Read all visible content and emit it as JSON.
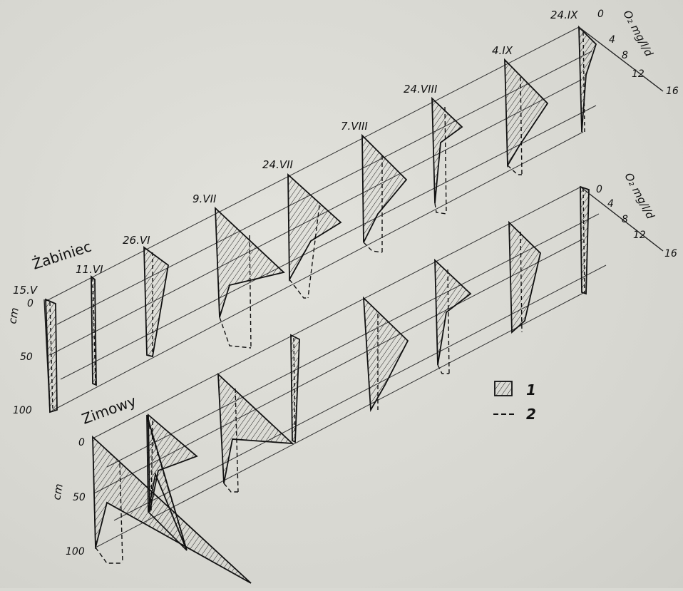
{
  "diagram": {
    "site_labels": [
      "Żabiniec",
      "Zimowy"
    ],
    "depth_axis": {
      "unit": "cm",
      "ticks": [
        "0",
        "50",
        "100"
      ]
    },
    "o2_axis": {
      "unit": "O₂ mg/l/d",
      "ticks": [
        "0",
        "4",
        "8",
        "12",
        "16"
      ]
    },
    "dates": [
      "15.V",
      "11.VI",
      "26.VI",
      "9.VII",
      "24.VII",
      "7.VIII",
      "24.VIII",
      "4.IX",
      "24.IX"
    ],
    "legend": [
      {
        "key": "1",
        "symbol": "hatched-area"
      },
      {
        "key": "2",
        "symbol": "dashed-line"
      }
    ],
    "colors": {
      "ink": "#111111",
      "paper": "#d9d9d3"
    }
  }
}
